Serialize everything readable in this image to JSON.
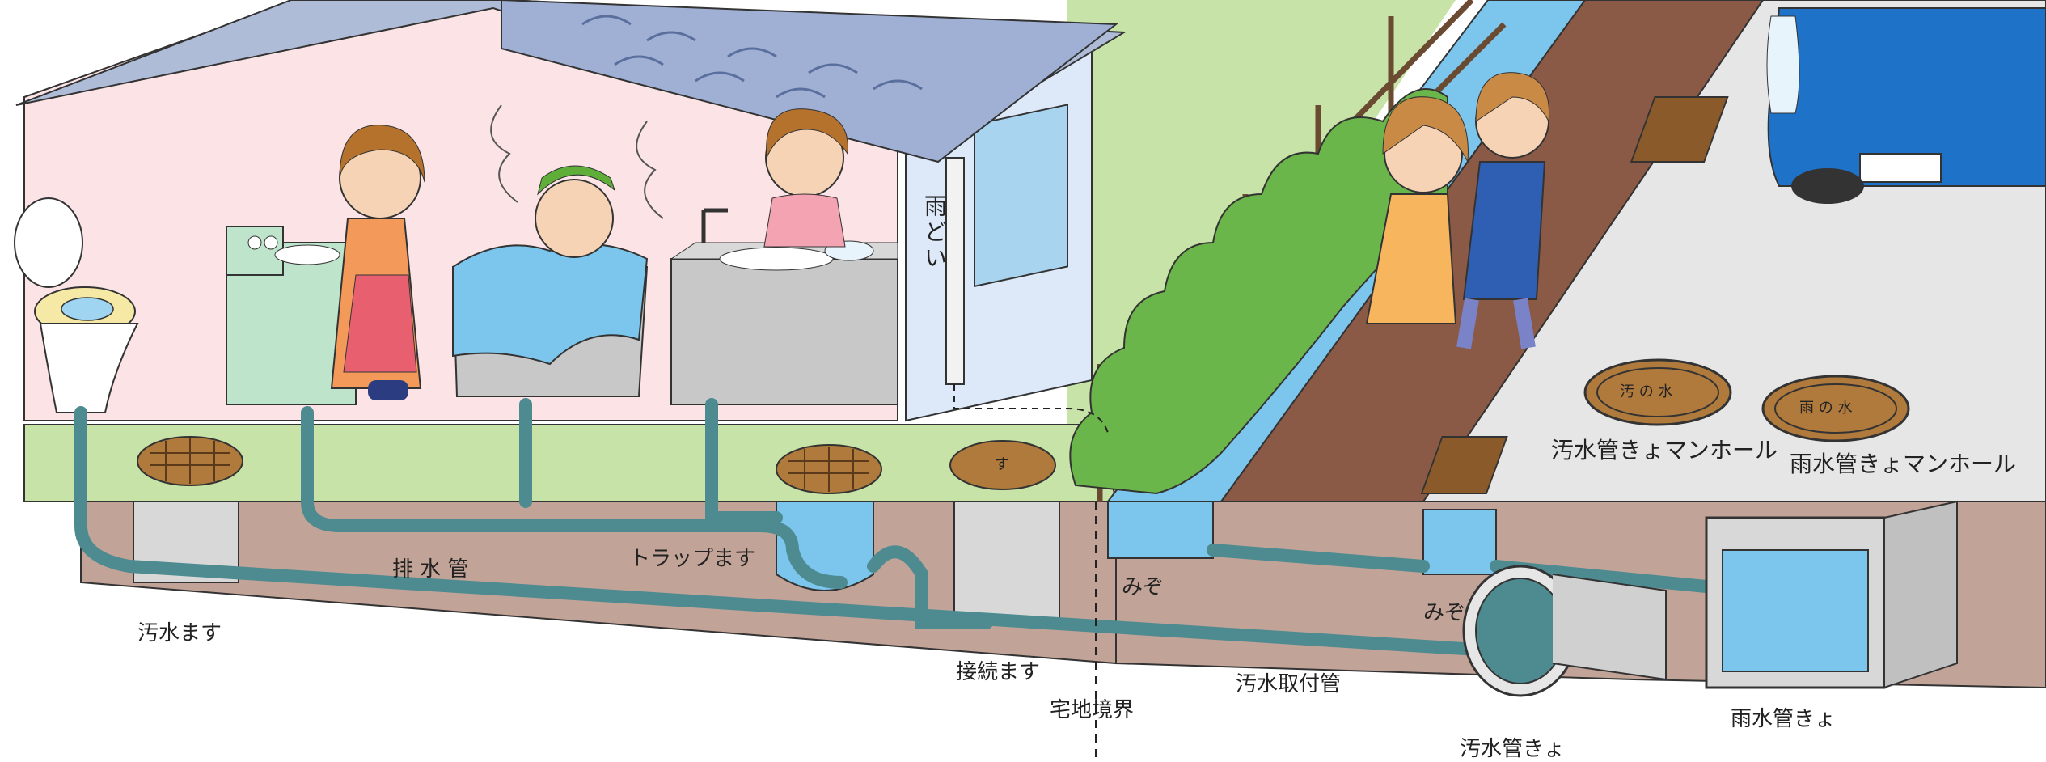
{
  "labels": {
    "sewage_basin": "汚水ます",
    "drain_pipe": "排 水 管",
    "trap_basin": "トラップます",
    "connection_basin": "接続ます",
    "property_boundary": "宅地境界",
    "sewage_lateral": "汚水取付管",
    "sewer_main": "汚水管きょ",
    "storm_main": "雨水管きょ",
    "gutter_1": "みぞ",
    "gutter_2": "みぞ",
    "downspout": "雨どい",
    "sewer_manhole": "汚水管きょマンホール",
    "storm_manhole": "雨水管きょマンホール",
    "sewer_manhole_lid": "汚 の 水",
    "storm_manhole_lid": "雨 の 水",
    "small_lid_mark": "す"
  },
  "colors": {
    "wall": "#fbe3e6",
    "roof": "#aebcd8",
    "grass": "#c8e3a7",
    "soil": "#c2a397",
    "pipe": "#4d8b91",
    "water": "#7cc6ee",
    "road": "#e6e6e6",
    "car": "#1e73c8"
  }
}
